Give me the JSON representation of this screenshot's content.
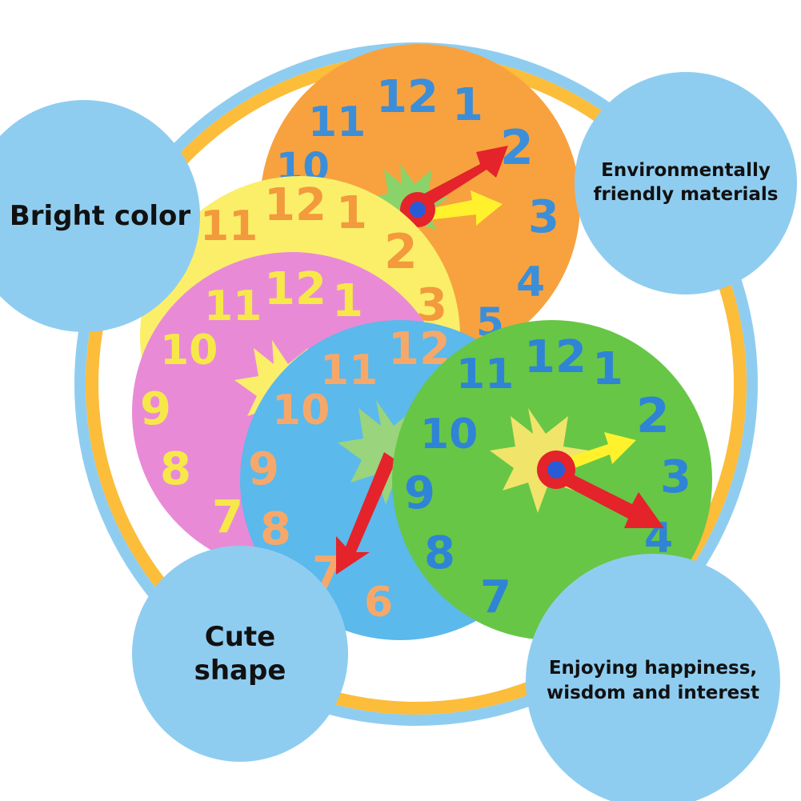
{
  "labels": {
    "bright_color": "Bright color",
    "environment": [
      "Environmentally",
      "friendly materials"
    ],
    "cute": [
      "Cute",
      "shape"
    ],
    "enjoy": [
      "Enjoying happiness,",
      "wisdom and interest"
    ]
  },
  "clocks": {
    "orange": {
      "face": "#f7a23f",
      "numbers": "#3d8ed8",
      "numerals": [
        "11",
        "12",
        "1",
        "2",
        "3",
        "4",
        "5",
        "10"
      ]
    },
    "yellow": {
      "face": "#fbef6a",
      "numbers": "#f39a3c",
      "numerals": [
        "11",
        "12",
        "1",
        "2",
        "3"
      ]
    },
    "pink": {
      "face": "#e98ad6",
      "numbers": "#f7e84a",
      "numerals": [
        "11",
        "12",
        "1",
        "10",
        "9",
        "8",
        "7"
      ]
    },
    "blue": {
      "face": "#5bb9ec",
      "numbers": "#f6a86a",
      "numerals": [
        "11",
        "12",
        "10",
        "9",
        "8",
        "7",
        "6"
      ]
    },
    "green": {
      "face": "#67c646",
      "numbers": "#2f84d6",
      "numerals": [
        "11",
        "12",
        "1",
        "2",
        "3",
        "4",
        "10",
        "9",
        "8",
        "7"
      ]
    }
  },
  "colors": {
    "ring": "#fbbd3a",
    "ring_inner": "#8fcdf0",
    "hand_red": "#e4232b",
    "hand_yellow": "#fff22d",
    "bubble": "#8fcdf0"
  }
}
